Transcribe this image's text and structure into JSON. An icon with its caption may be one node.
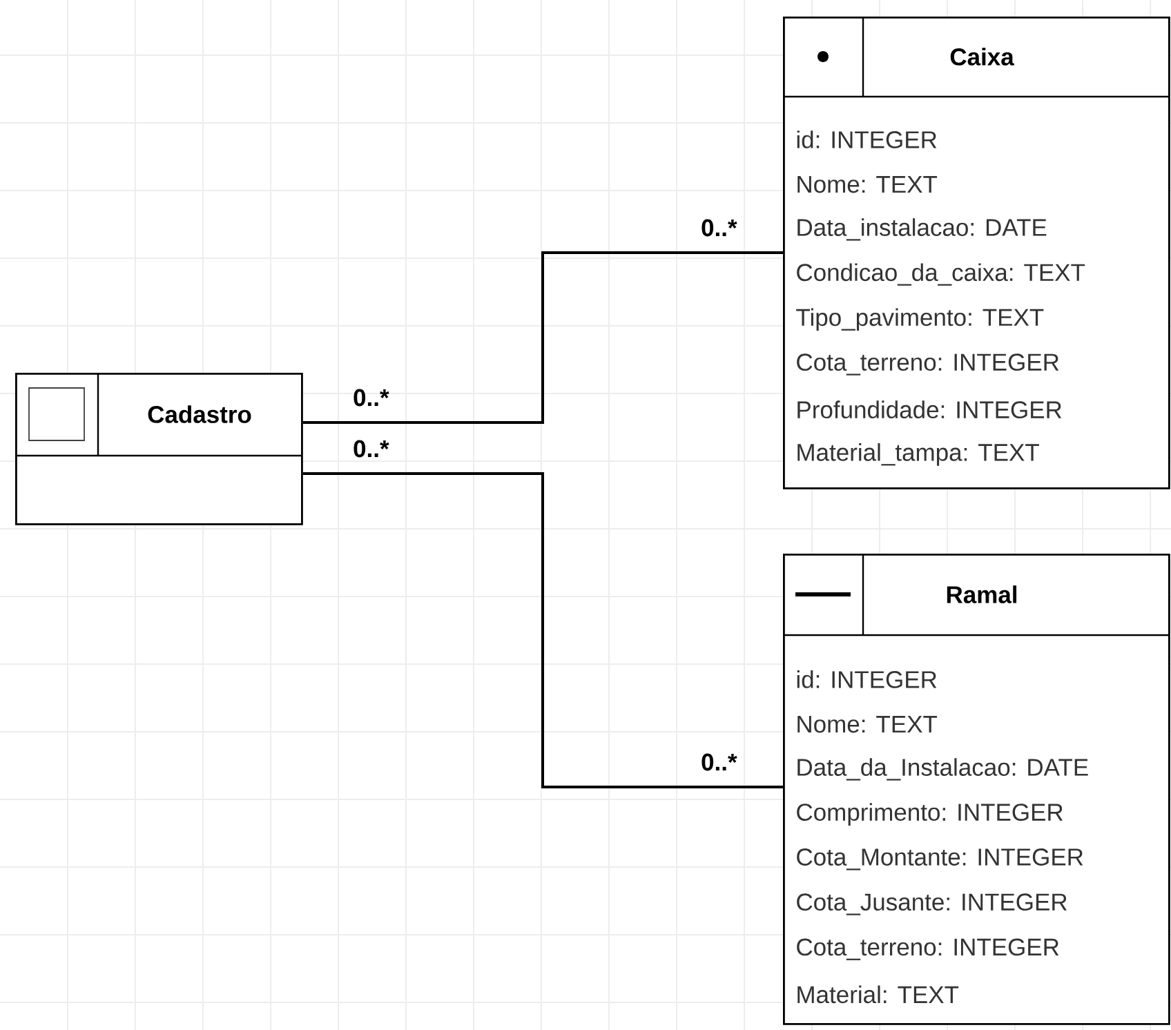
{
  "diagram": {
    "nodes": [
      {
        "text": [
          "Cadastro"
        ]
      },
      {
        "text": [
          "Caixa",
          "id: INTEGER",
          "Nome: TEXT",
          "Data_instalacao: DATE",
          "Condicao_da_caixa: TEXT",
          "Tipo_pavimento: TEXT",
          "Cota_terreno: INTEGER",
          "Profundidade: INTEGER",
          "Material_tampa: TEXT"
        ]
      },
      {
        "text": [
          "Ramal",
          "id: INTEGER",
          "Nome: TEXT",
          "Data_da_Instalacao: DATE",
          "Comprimento: INTEGER",
          "Cota_Montante: INTEGER",
          "Cota_Jusante: INTEGER",
          "Cota_terreno: INTEGER",
          "Material: TEXT"
        ]
      }
    ],
    "edges": [
      {
        "from": 0,
        "to": 1,
        "arrow": "none"
      },
      {
        "from": 0,
        "to": 2,
        "arrow": "none"
      }
    ],
    "labels": [
      "0..*",
      "0..*",
      "0..*",
      "0..*"
    ]
  }
}
